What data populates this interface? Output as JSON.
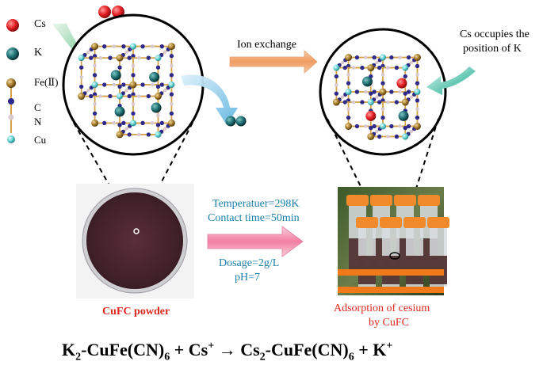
{
  "legend": {
    "cs": "Cs",
    "k": "K",
    "fe": "Fe(Ⅱ)",
    "c": "C",
    "n": "N",
    "cu": "Cu"
  },
  "arrows": {
    "ion_exchange": "Ion exchange",
    "cs_occupies_line1": "Cs occupies the",
    "cs_occupies_line2": "position of  K"
  },
  "conditions": {
    "temperature": "Temperatuer=298K",
    "contact_time": "Contact time=50min",
    "dosage": "Dosage=2g/L",
    "ph": "pH=7"
  },
  "captions": {
    "powder": "CuFC powder",
    "adsorption_line1": "Adsorption of cesium",
    "adsorption_line2": "by CuFC"
  },
  "equation": {
    "lhs_prefix": "K",
    "lhs_sub": "2",
    "lhs_mid": "-CuFe(CN)",
    "lhs_sub2": "6",
    "plus1": " + Cs",
    "plus1_sup": "+",
    "arrow": " → ",
    "rhs_prefix": "Cs",
    "rhs_sub": "2",
    "rhs_mid": "-CuFe(CN)",
    "rhs_sub2": "6",
    "plus2": " + K",
    "plus2_sup": "+"
  },
  "colors": {
    "cs_atom": "#e41e22",
    "k_atom": "#1f6f73",
    "fe_atom": "#a37a2a",
    "c_atom": "#2d2a8a",
    "cu_atom": "#5fd0d0",
    "bond": "#d4a24a",
    "ion_exchange_arrow": "#f09c62",
    "condition_arrow": "#f27ea0",
    "caption_red": "#e0281e",
    "condition_text": "#1b7fa8"
  }
}
